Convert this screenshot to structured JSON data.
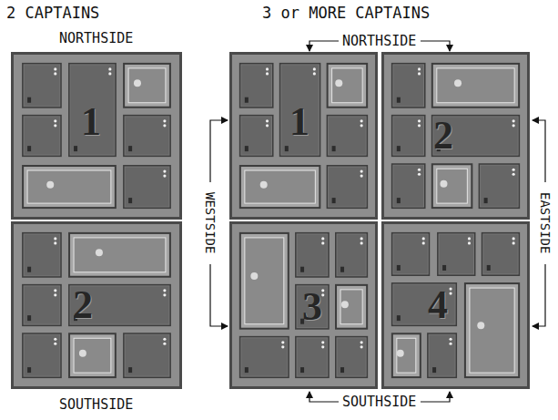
{
  "diagram": {
    "nodes": [
      {
        "text": [
          "1"
        ]
      },
      {
        "text": [
          "2"
        ]
      },
      {
        "text": [
          "1"
        ]
      },
      {
        "text": [
          "2"
        ]
      },
      {
        "text": [
          "3"
        ]
      },
      {
        "text": [
          "4"
        ]
      }
    ],
    "labels": [
      "2 CAPTAINS",
      "3 or MORE CAPTAINS",
      "NORTHSIDE",
      "NORTHSIDE",
      "WESTSIDE",
      "EASTSIDE",
      "SOUTHSIDE",
      "SOUTHSIDE"
    ]
  }
}
